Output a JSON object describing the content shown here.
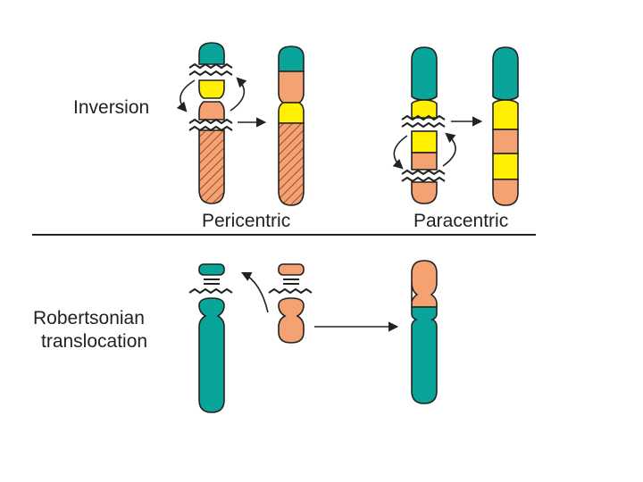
{
  "labels": {
    "inversion": "Inversion",
    "pericentric": "Pericentric",
    "paracentric": "Paracentric",
    "robertsonian_line1": "Robertsonian",
    "robertsonian_line2": "translocation"
  },
  "colors": {
    "teal": "#0aa59a",
    "yellow": "#ffef00",
    "salmon": "#f4a272",
    "outline": "#222222",
    "hatch": "#7a3b1e"
  }
}
